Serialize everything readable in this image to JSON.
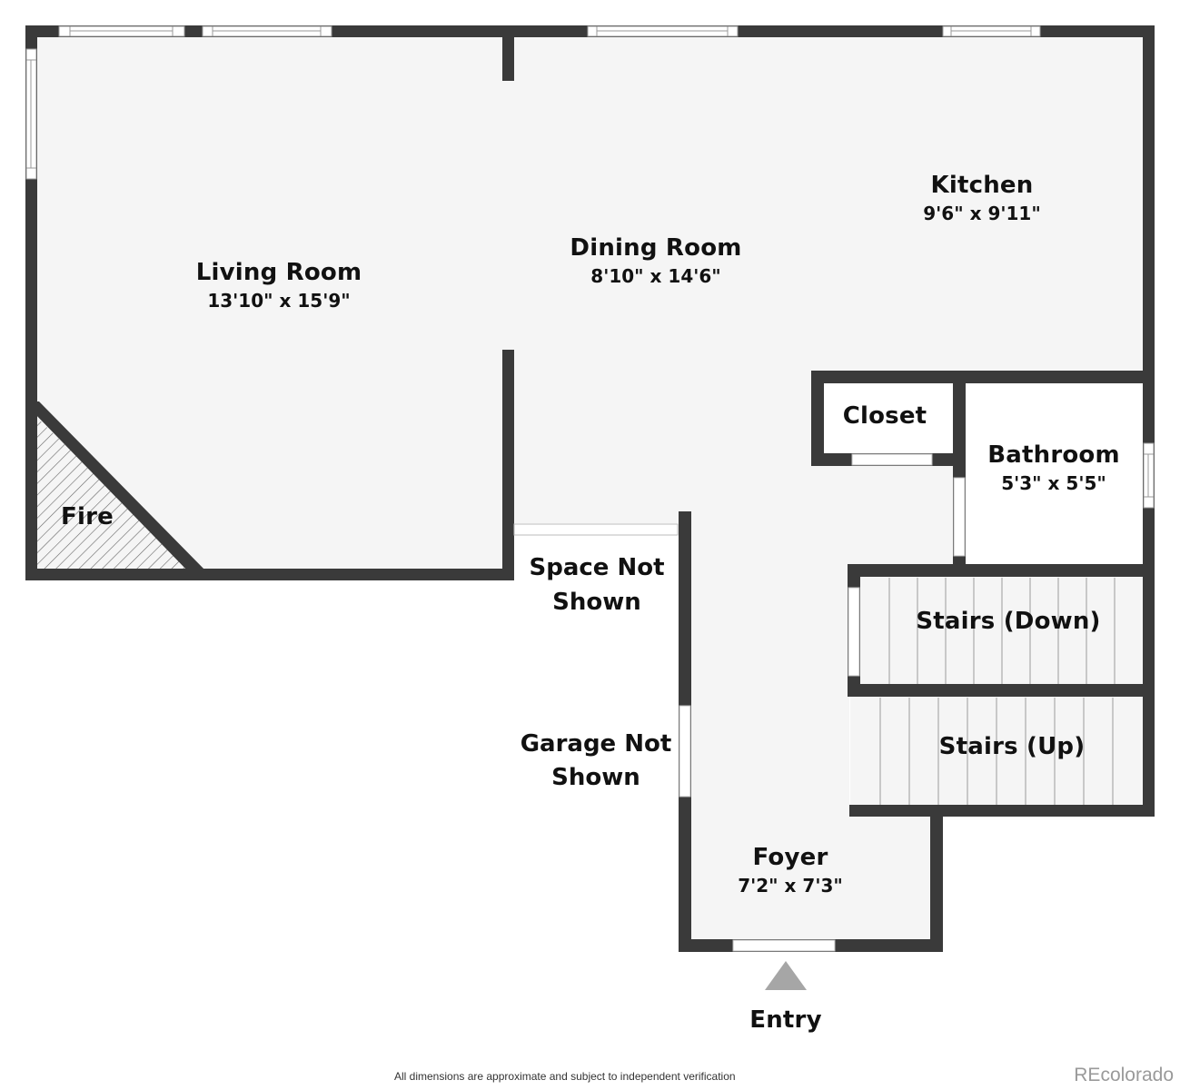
{
  "floorplan": {
    "colors": {
      "wall": "#3a3a3a",
      "floor": "#f5f5f5",
      "window": "#ffffff",
      "stair_line": "#aaaaaa",
      "entry_arrow": "#a6a6a6",
      "brand": "#9a9a9a"
    },
    "rooms": {
      "living_room": {
        "name": "Living Room",
        "dimensions": "13'10\" x 15'9\""
      },
      "dining_room": {
        "name": "Dining Room",
        "dimensions": "8'10\" x 14'6\""
      },
      "kitchen": {
        "name": "Kitchen",
        "dimensions": "9'6\" x 9'11\""
      },
      "closet": {
        "name": "Closet"
      },
      "bathroom": {
        "name": "Bathroom",
        "dimensions": "5'3\" x 5'5\""
      },
      "stairs_down": {
        "name": "Stairs (Down)"
      },
      "stairs_up": {
        "name": "Stairs (Up)"
      },
      "foyer": {
        "name": "Foyer",
        "dimensions": "7'2\" x 7'3\""
      },
      "fireplace": {
        "name": "Fire"
      }
    },
    "notes": {
      "space_not_shown": {
        "line1": "Space Not",
        "line2": "Shown"
      },
      "garage_not_shown": {
        "line1": "Garage Not",
        "line2": "Shown"
      }
    },
    "entry": {
      "label": "Entry",
      "icon": "triangle-up-arrow"
    }
  },
  "footer": {
    "disclaimer": "All dimensions are approximate and subject to independent verification",
    "brand": "REcolorado"
  }
}
